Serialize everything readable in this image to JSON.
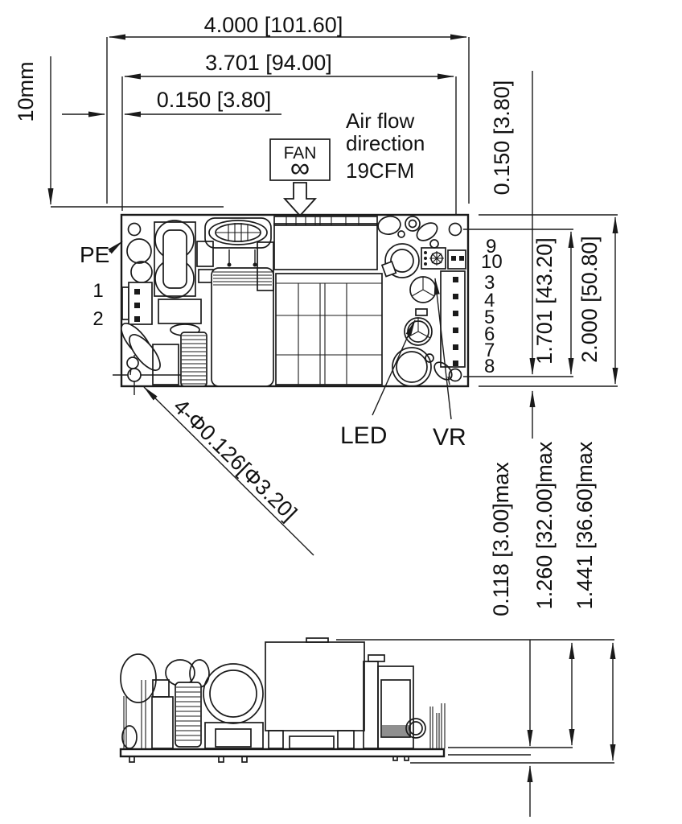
{
  "drawing": {
    "top_dims": {
      "total_width": "4.000 [101.60]",
      "inner_width": "3.701 [94.00]",
      "hole_offset": "0.150 [3.80]",
      "clearance": "10mm"
    },
    "fan": {
      "label": "FAN",
      "symbol": "∞",
      "airflow_line1": "Air flow",
      "airflow_line2": "direction",
      "airflow_rate": "19CFM"
    },
    "right_dims": {
      "hole_offset": "0.150 [3.80]",
      "hole_span": "1.701 [43.20]",
      "board_depth": "2.000 [50.80]"
    },
    "height_dims": {
      "pin_protrusion": "0.118 [3.00]max",
      "component_height": "1.260 [32.00]max",
      "total_height": "1.441 [36.60]max"
    },
    "labels": {
      "pe": "PE",
      "input_pin_1": "1",
      "input_pin_2": "2",
      "led": "LED",
      "vr": "VR",
      "mounting_holes": "4-Φ0.126[Φ3.20]"
    },
    "output_pins": [
      "9",
      "10",
      "3",
      "4",
      "5",
      "6",
      "7",
      "8"
    ]
  }
}
